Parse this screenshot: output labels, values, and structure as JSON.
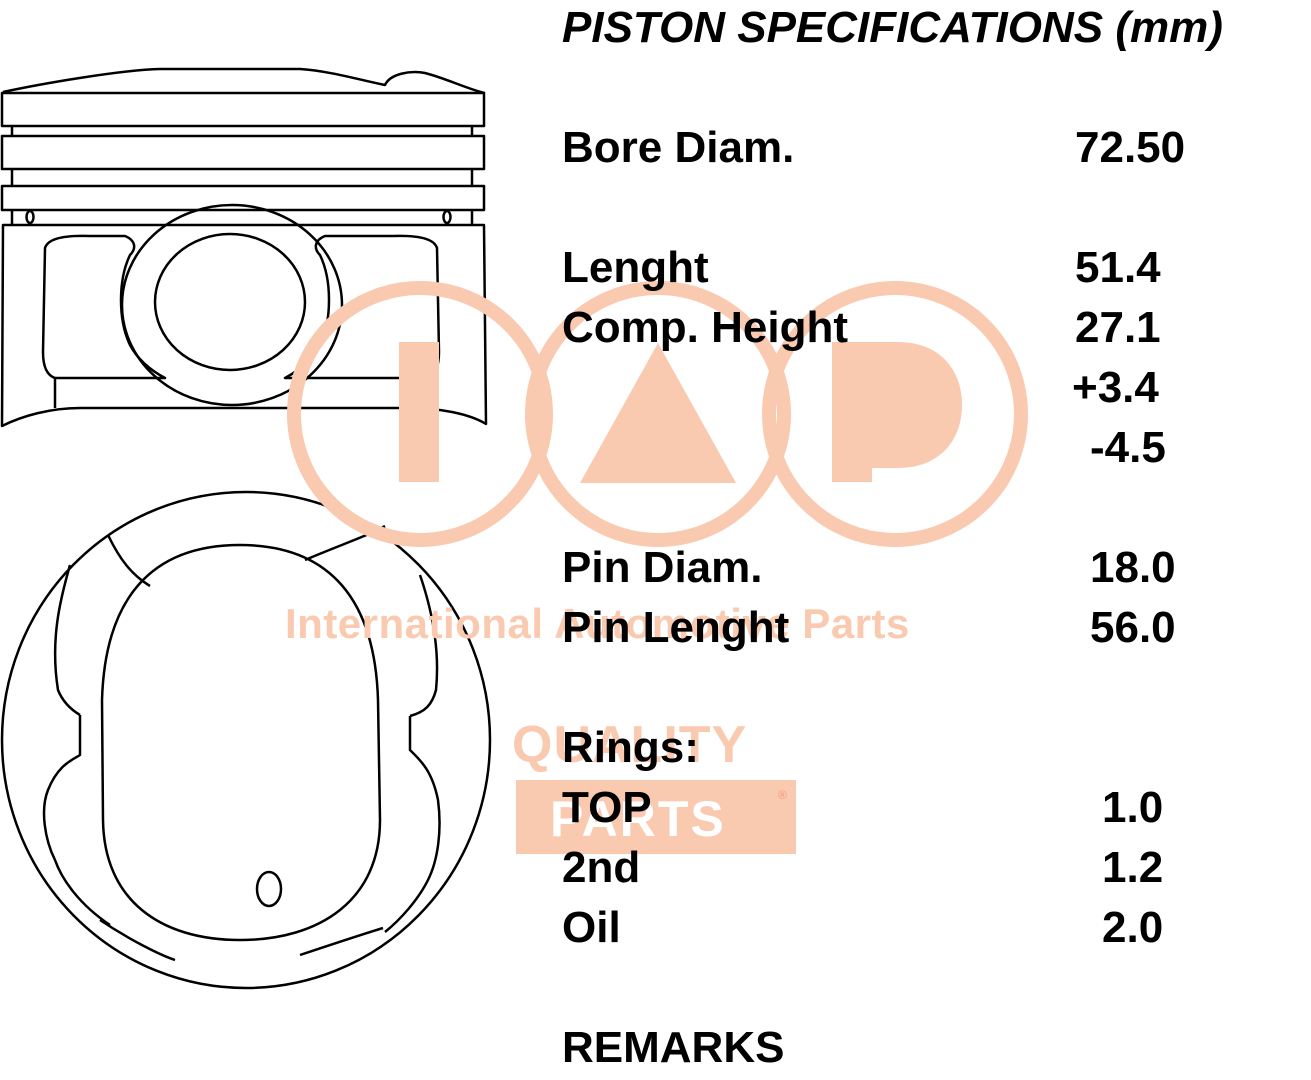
{
  "title": "PISTON SPECIFICATIONS (mm)",
  "specs": {
    "bore_label": "Bore Diam.",
    "bore_value": "72.50",
    "length_label": "Lenght",
    "length_value": "51.4",
    "comp_label": "Comp. Height",
    "comp_value": "27.1",
    "tol_plus": "+3.4",
    "tol_minus": "-4.5",
    "pin_diam_label": "Pin Diam.",
    "pin_diam_value": "18.0",
    "pin_length_label": "Pin Lenght",
    "pin_length_value": "56.0",
    "rings_label": "Rings:",
    "top_label": "TOP",
    "top_value": "1.0",
    "second_label": "2nd",
    "second_value": "1.2",
    "oil_label": "Oil",
    "oil_value": "2.0",
    "remarks_label": "REMARKS"
  },
  "watermark": {
    "logo": "IAP",
    "tagline": "International Automotive Parts",
    "quality": "QUALITY",
    "parts": "PARTS",
    "registered": "®",
    "color": "#f4a482"
  },
  "drawing": {
    "stroke_color": "#000000",
    "icons": [
      "piston-side-view-icon",
      "piston-top-view-icon"
    ]
  }
}
